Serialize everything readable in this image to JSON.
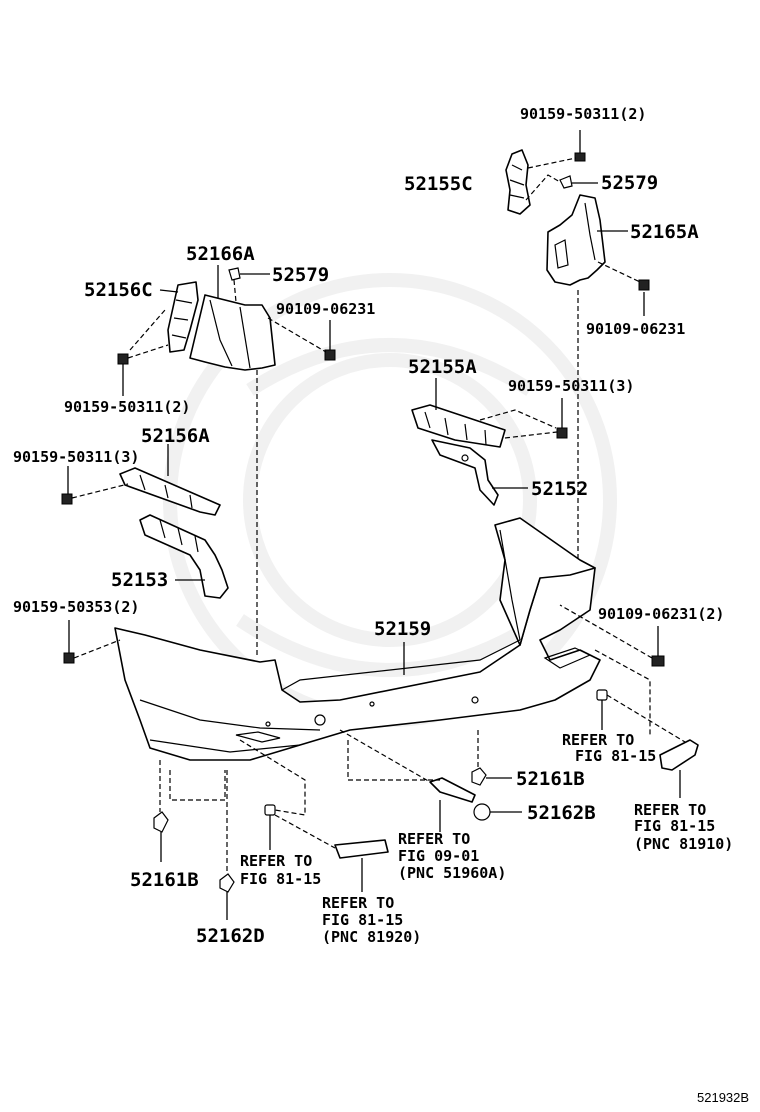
{
  "labels": {
    "p_90159_50311_2_top": "90159-50311(2)",
    "p_52155C": "52155C",
    "p_52579_right": "52579",
    "p_52165A": "52165A",
    "p_90109_06231_right": "90109-06231",
    "p_52166A": "52166A",
    "p_52579_left": "52579",
    "p_52156C": "52156C",
    "p_90109_06231_left": "90109-06231",
    "p_90159_50311_2_left": "90159-50311(2)",
    "p_52155A": "52155A",
    "p_90159_50311_3_right": "90159-50311(3)",
    "p_52156A": "52156A",
    "p_90159_50311_3_left": "90159-50311(3)",
    "p_52152": "52152",
    "p_52153": "52153",
    "p_90159_50353_2": "90159-50353(2)",
    "p_52159": "52159",
    "p_90109_06231_2": "90109-06231(2)",
    "ref_81_15_right_1": "REFER TO",
    "ref_81_15_right_2": "FIG 81-15",
    "p_52161B_mid": "52161B",
    "p_52162B": "52162B",
    "ref_81910_1": "REFER TO",
    "ref_81910_2": "FIG 81-15",
    "ref_81910_3": "(PNC 81910)",
    "ref_0901_1": "REFER TO",
    "ref_0901_2": "FIG 09-01",
    "ref_0901_3": "(PNC 51960A)",
    "ref_81_15_left_1": "REFER TO",
    "ref_81_15_left_2": "FIG 81-15",
    "p_52161B_left": "52161B",
    "ref_81920_1": "REFER TO",
    "ref_81920_2": "FIG 81-15",
    "ref_81920_3": "(PNC 81920)",
    "p_52162D": "52162D",
    "figure_code": "521932B"
  }
}
